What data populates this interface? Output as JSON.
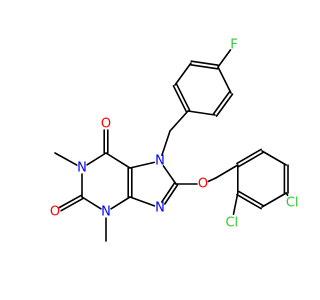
{
  "colors": {
    "background": "#ffffff",
    "bond": "#000000",
    "O": "#ff0000",
    "N": "#0000ff",
    "F": "#33cc33",
    "Cl": "#33cc33",
    "C": "#000000"
  },
  "molecule": {
    "atom_labels": {
      "O6": "O",
      "N1": "N",
      "O2": "O",
      "N3": "N",
      "N7": "N",
      "N9": "N",
      "O8": "O",
      "F": "F",
      "Cl4": "Cl",
      "Cl2": "Cl"
    }
  }
}
